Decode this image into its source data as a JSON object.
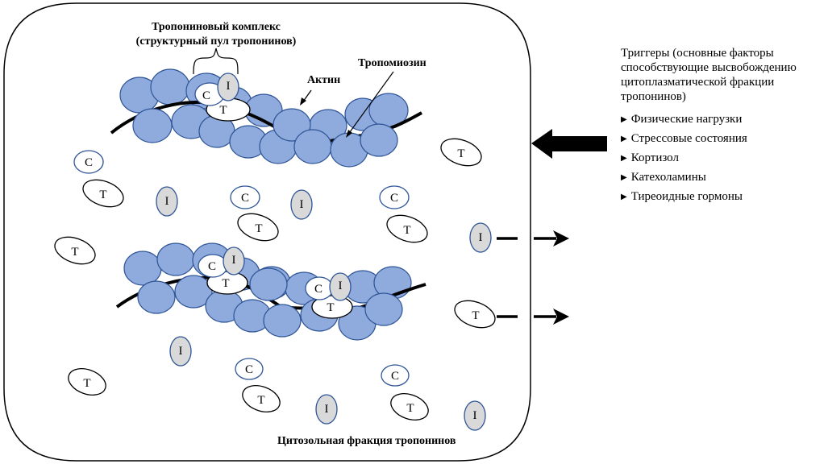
{
  "diagram": {
    "labels": {
      "complex_line1": "Тропониновый комплекс",
      "complex_line2": "(структурный пул тропонинов)",
      "actin": "Актин",
      "tropomyosin": "Тропомиозин",
      "cytosol": "Цитозольная фракция тропонинов"
    },
    "proteins": {
      "C": "C",
      "T": "T",
      "I": "I"
    },
    "triggers": {
      "title": "Триггеры (основные факторы способствующие высвобождению цитоплазматической фракции тропонинов)",
      "bullet": "▶",
      "items": [
        "Физические нагрузки",
        "Стрессовые состояния",
        "Кортизол",
        "Катехоламины",
        "Тиреоидные гормоны"
      ]
    },
    "colors": {
      "actin_fill": "#8FAADC",
      "actin_stroke": "#2F5597",
      "troponin_i_fill": "#D9D9D9",
      "frame_stroke": "#000000"
    }
  }
}
